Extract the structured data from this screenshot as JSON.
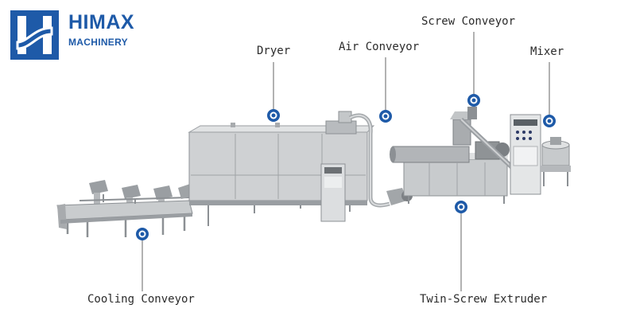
{
  "brand": {
    "name": "HIMAX",
    "subtitle": "MACHINERY",
    "color": "#1e5aa8",
    "logo_icon": "himax-logo-icon"
  },
  "callouts": {
    "screw_conveyor": "Screw Conveyor",
    "dryer": "Dryer",
    "air_conveyor": "Air Conveyor",
    "mixer": "Mixer",
    "cooling_conveyor": "Cooling Conveyor",
    "twin_screw_extruder": "Twin-Screw Extruder"
  },
  "colors": {
    "marker": "#1e5aa8",
    "steel_light": "#d6d8da",
    "steel_mid": "#b3b6b9",
    "steel_dark": "#7c8084",
    "leader_line": "#666666"
  }
}
